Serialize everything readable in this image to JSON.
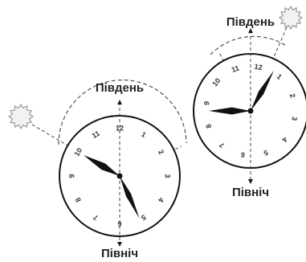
{
  "colors": {
    "ink": "#1a1a1a",
    "dash": "#444444",
    "sun_fill": "#f2f2f2",
    "sun_stroke": "#999999"
  },
  "clocks": [
    {
      "name": "clock-left",
      "south_label": "Південь",
      "north_label": "Північ",
      "rotation_deg": 0,
      "numerals": [
        "12",
        "1",
        "2",
        "3",
        "4",
        "5",
        "6",
        "7",
        "8",
        "9",
        "10",
        "11"
      ],
      "hour_hand_deg": 300,
      "minute_hand_deg": 155,
      "sun_icon": "sun-icon"
    },
    {
      "name": "clock-right",
      "south_label": "Південь",
      "north_label": "Північ",
      "rotation_deg": 10,
      "numerals": [
        "12",
        "1",
        "2",
        "3",
        "4",
        "5",
        "6",
        "7",
        "8",
        "9",
        "10",
        "11"
      ],
      "hour_hand_deg": 270,
      "minute_hand_deg": 30,
      "sun_icon": "sun-icon"
    }
  ]
}
